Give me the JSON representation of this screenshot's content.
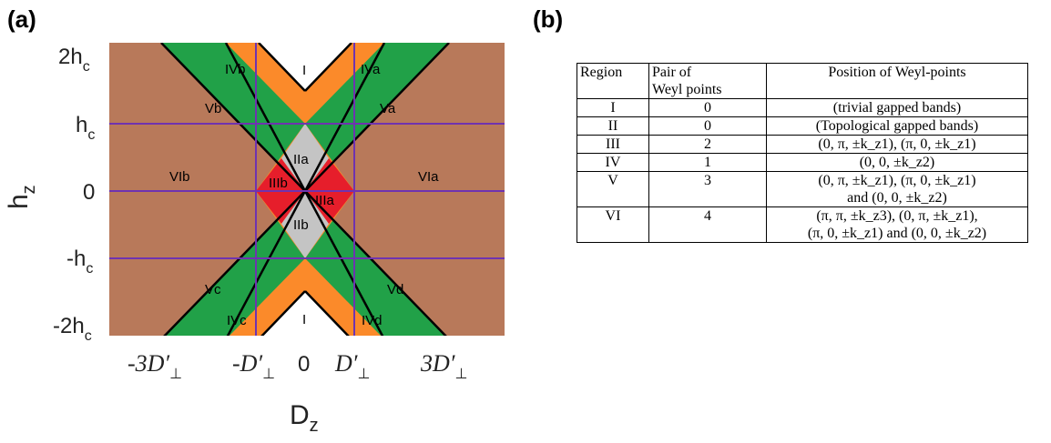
{
  "panel_a": {
    "label": "(a)",
    "x_axis": {
      "title": "D",
      "title_sub": "z",
      "ticks": [
        "-3D′",
        "-D′",
        "0",
        "D′",
        "3D′"
      ],
      "tick_sub": "⊥"
    },
    "y_axis": {
      "title": "h",
      "title_sub": "z",
      "ticks": [
        "2h",
        "h",
        "0",
        "-h",
        "-2h"
      ],
      "tick_sub": "c"
    },
    "colors": {
      "VI": "#b8795a",
      "V": "#21a148",
      "IV": "#fb8a2a",
      "III": "#e61e2b",
      "II": "#c4c4c4",
      "I": "#ffffff",
      "grid": "#6f33b0",
      "boundary": "#000000"
    },
    "regions": {
      "I_top": "I",
      "I_bottom": "I",
      "IIa": "IIa",
      "IIb": "IIb",
      "IIIa": "IIIa",
      "IIIb": "IIIb",
      "IVa": "IVa",
      "IVb": "IVb",
      "IVc": "IVc",
      "IVd": "IVd",
      "Va": "Va",
      "Vb": "Vb",
      "Vc": "Vc",
      "Vd": "Vd",
      "VIa": "VIa",
      "VIb": "VIb"
    }
  },
  "panel_b": {
    "label": "(b)",
    "headers": [
      "Region",
      "Pair of\nWeyl points",
      "Position of Weyl-points"
    ],
    "rows": [
      {
        "region": "I",
        "pairs": "0",
        "position": "(trivial gapped bands)"
      },
      {
        "region": "II",
        "pairs": "0",
        "position": "(Topological gapped bands)"
      },
      {
        "region": "III",
        "pairs": "2",
        "position": "(0, π, ±k_z1), (π, 0, ±k_z1)"
      },
      {
        "region": "IV",
        "pairs": "1",
        "position": "(0, 0, ±k_z2)"
      },
      {
        "region": "V",
        "pairs": "3",
        "position": "(0, π, ±k_z1), (π, 0, ±k_z1)\nand (0, 0, ±k_z2)"
      },
      {
        "region": "VI",
        "pairs": "4",
        "position": "(π, π, ±k_z3), (0, π, ±k_z1),\n(π, 0, ±k_z1) and (0, 0, ±k_z2)"
      }
    ]
  }
}
